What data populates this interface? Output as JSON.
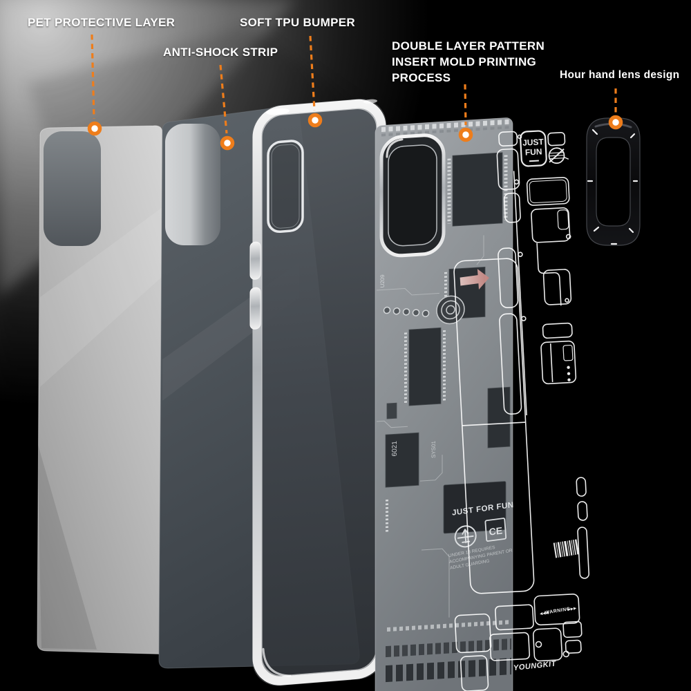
{
  "title": "Phone case exploded layers product illustration",
  "colors": {
    "background": "#000000",
    "accent": "#EE7D1B",
    "label_text": "#FFFFFF",
    "line_art": "#FFFFFF",
    "arrow_pink": "#D9A49E"
  },
  "callouts": {
    "pet": {
      "label": "PET PROTECTIVE LAYER"
    },
    "anti_shock": {
      "label": "ANTI-SHOCK STRIP"
    },
    "tpu": {
      "label": "SOFT TPU BUMPER"
    },
    "double_layer": {
      "lines": [
        "DOUBLE LAYER PATTERN",
        "INSERT MOLD PRINTING",
        "PROCESS"
      ]
    },
    "lens": {
      "label": "Hour hand lens design"
    }
  },
  "insert_print": {
    "chip_text": "JUST FOR FUN",
    "ce_mark": "CE",
    "regulatory_lines": [
      "UNDER 18 REQUIRES",
      "ACCOMPANYING PARENT OR",
      "ADULT GUARDING"
    ],
    "silkscreen_labels": {
      "a": "6021",
      "b": "U209",
      "c": "SYS01"
    }
  },
  "schematic": {
    "logo_lines": [
      "JUST",
      "FUN"
    ],
    "warning": {
      "left_arrows": "◀◀◀",
      "text": "WARNING",
      "right_arrows": "▶▶▶"
    },
    "brand": "YOUNGKIT"
  }
}
